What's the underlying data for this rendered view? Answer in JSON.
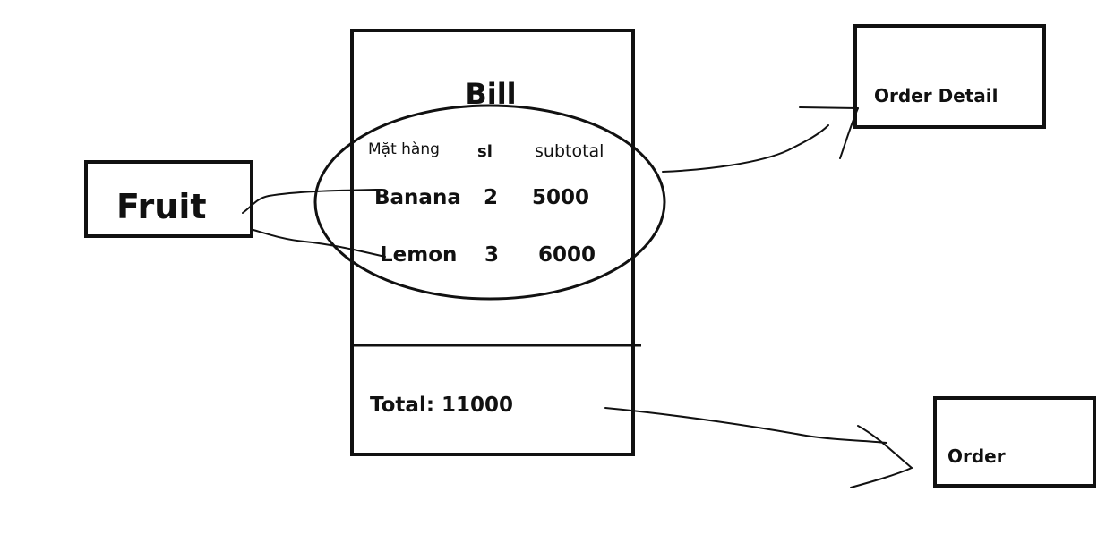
{
  "bill": {
    "title": "Bill",
    "headers": {
      "item": "Mặt hàng",
      "qty": "sl",
      "subtotal": "subtotal"
    },
    "rows": [
      {
        "item": "Banana",
        "qty": "2",
        "subtotal": "5000"
      },
      {
        "item": "Lemon",
        "qty": "3",
        "subtotal": "6000"
      }
    ],
    "total": "Total: 11000"
  },
  "entities": {
    "fruit": "Fruit",
    "order_detail": "Order Detail",
    "order": "Order"
  },
  "colors": {
    "stroke": "#111111",
    "background": "#ffffff"
  }
}
